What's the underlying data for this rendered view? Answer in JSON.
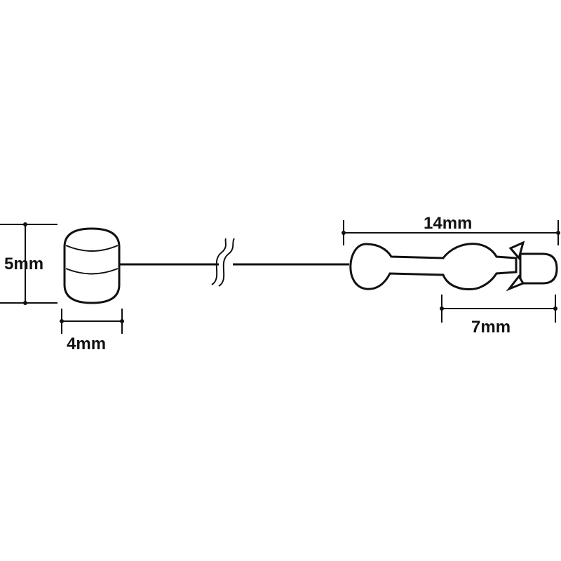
{
  "dimensions": {
    "head_height": "5mm",
    "head_width": "4mm",
    "tip_total_length": "14mm",
    "tip_end_length": "7mm"
  },
  "colors": {
    "line": "#111111",
    "background": "#ffffff"
  }
}
